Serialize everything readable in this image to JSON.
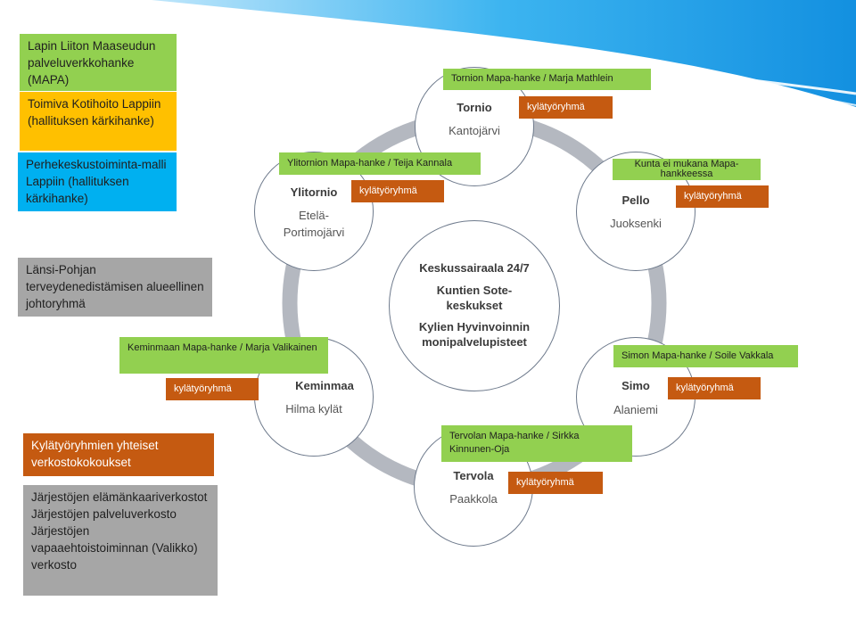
{
  "colors": {
    "green": "#92d050",
    "yellow": "#ffc000",
    "blue": "#00b0f0",
    "gray": "#a6a6a6",
    "orange": "#c55a11",
    "ring": "#b4b8c0"
  },
  "legend": {
    "mapa": "Lapin Liiton Maaseudun palveluverkkohanke (MAPA)",
    "kotihoito": "Toimiva Kotihoito Lappiin (hallituksen kärkihanke)",
    "perhekeskus": "Perhekeskustoiminta-malli Lappiin (hallituksen kärkihanke)",
    "lansipohja": "Länsi-Pohjan terveydenedistämisen alueellinen johtoryhmä",
    "kylatyoryhmien": "Kylätyöryhmien yhteiset verkostokokoukset",
    "jarjestojen_1": "Järjestöjen elämänkaariverkostot",
    "jarjestojen_2": "Järjestöjen palveluverkosto",
    "jarjestojen_3": "Järjestöjen vapaaehtoistoiminnan (Valikko) verkosto"
  },
  "center": {
    "line1": "Keskussairaala 24/7",
    "line2": "Kuntien Sote-keskukset",
    "line3": "Kylien Hyvinvoinnin monipalvelupisteet"
  },
  "workgroup_label": "kylätyöryhmä",
  "municipalities": {
    "tornio": {
      "name": "Tornio",
      "village": "Kantojärvi",
      "project": "Tornion Mapa-hanke / Marja Mathlein"
    },
    "pello": {
      "name": "Pello",
      "village": "Juoksenki",
      "project": "Kunta ei mukana Mapa-hankkeessa"
    },
    "simo": {
      "name": "Simo",
      "village": "Alaniemi",
      "project": "Simon Mapa-hanke / Soile Vakkala"
    },
    "tervola": {
      "name": "Tervola",
      "village": "Paakkola",
      "project": "Tervolan Mapa-hanke / Sirkka Kinnunen-Oja"
    },
    "keminmaa": {
      "name": "Keminmaa",
      "village": "Hilma kylät",
      "project": "Keminmaan Mapa-hanke / Marja Valikainen"
    },
    "ylitornio": {
      "name": "Ylitornio",
      "village": "Etelä-Portimojärvi",
      "project": "Ylitornion Mapa-hanke / Teija Kannala"
    }
  }
}
